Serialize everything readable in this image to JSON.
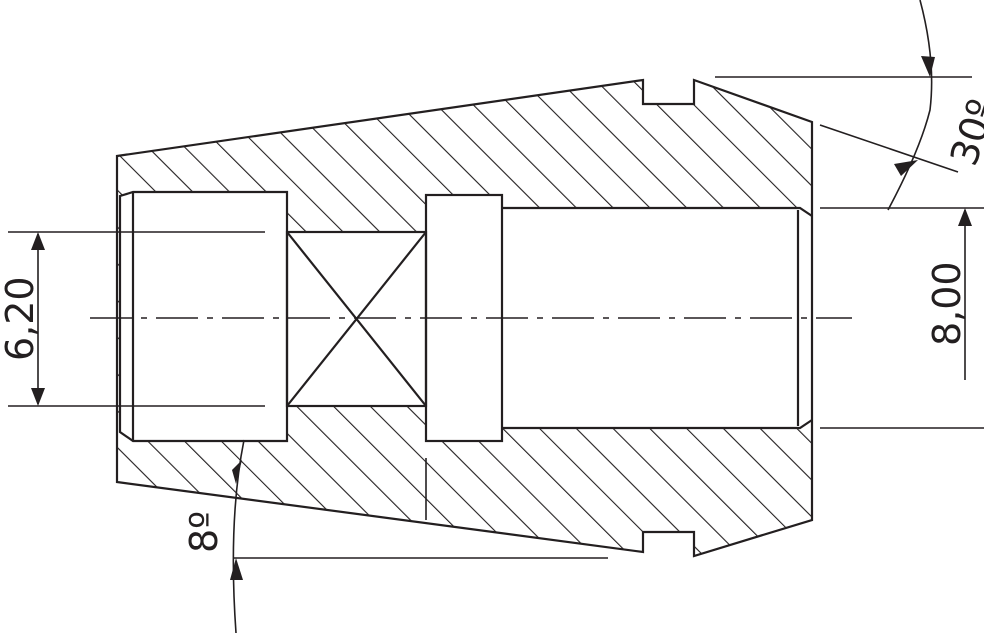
{
  "dimensions": {
    "angle_top": "30º",
    "diameter_right": "8,00",
    "diameter_left": "6,20",
    "angle_bottom": "8º"
  },
  "colors": {
    "line": "#231f20",
    "background": "#ffffff"
  }
}
